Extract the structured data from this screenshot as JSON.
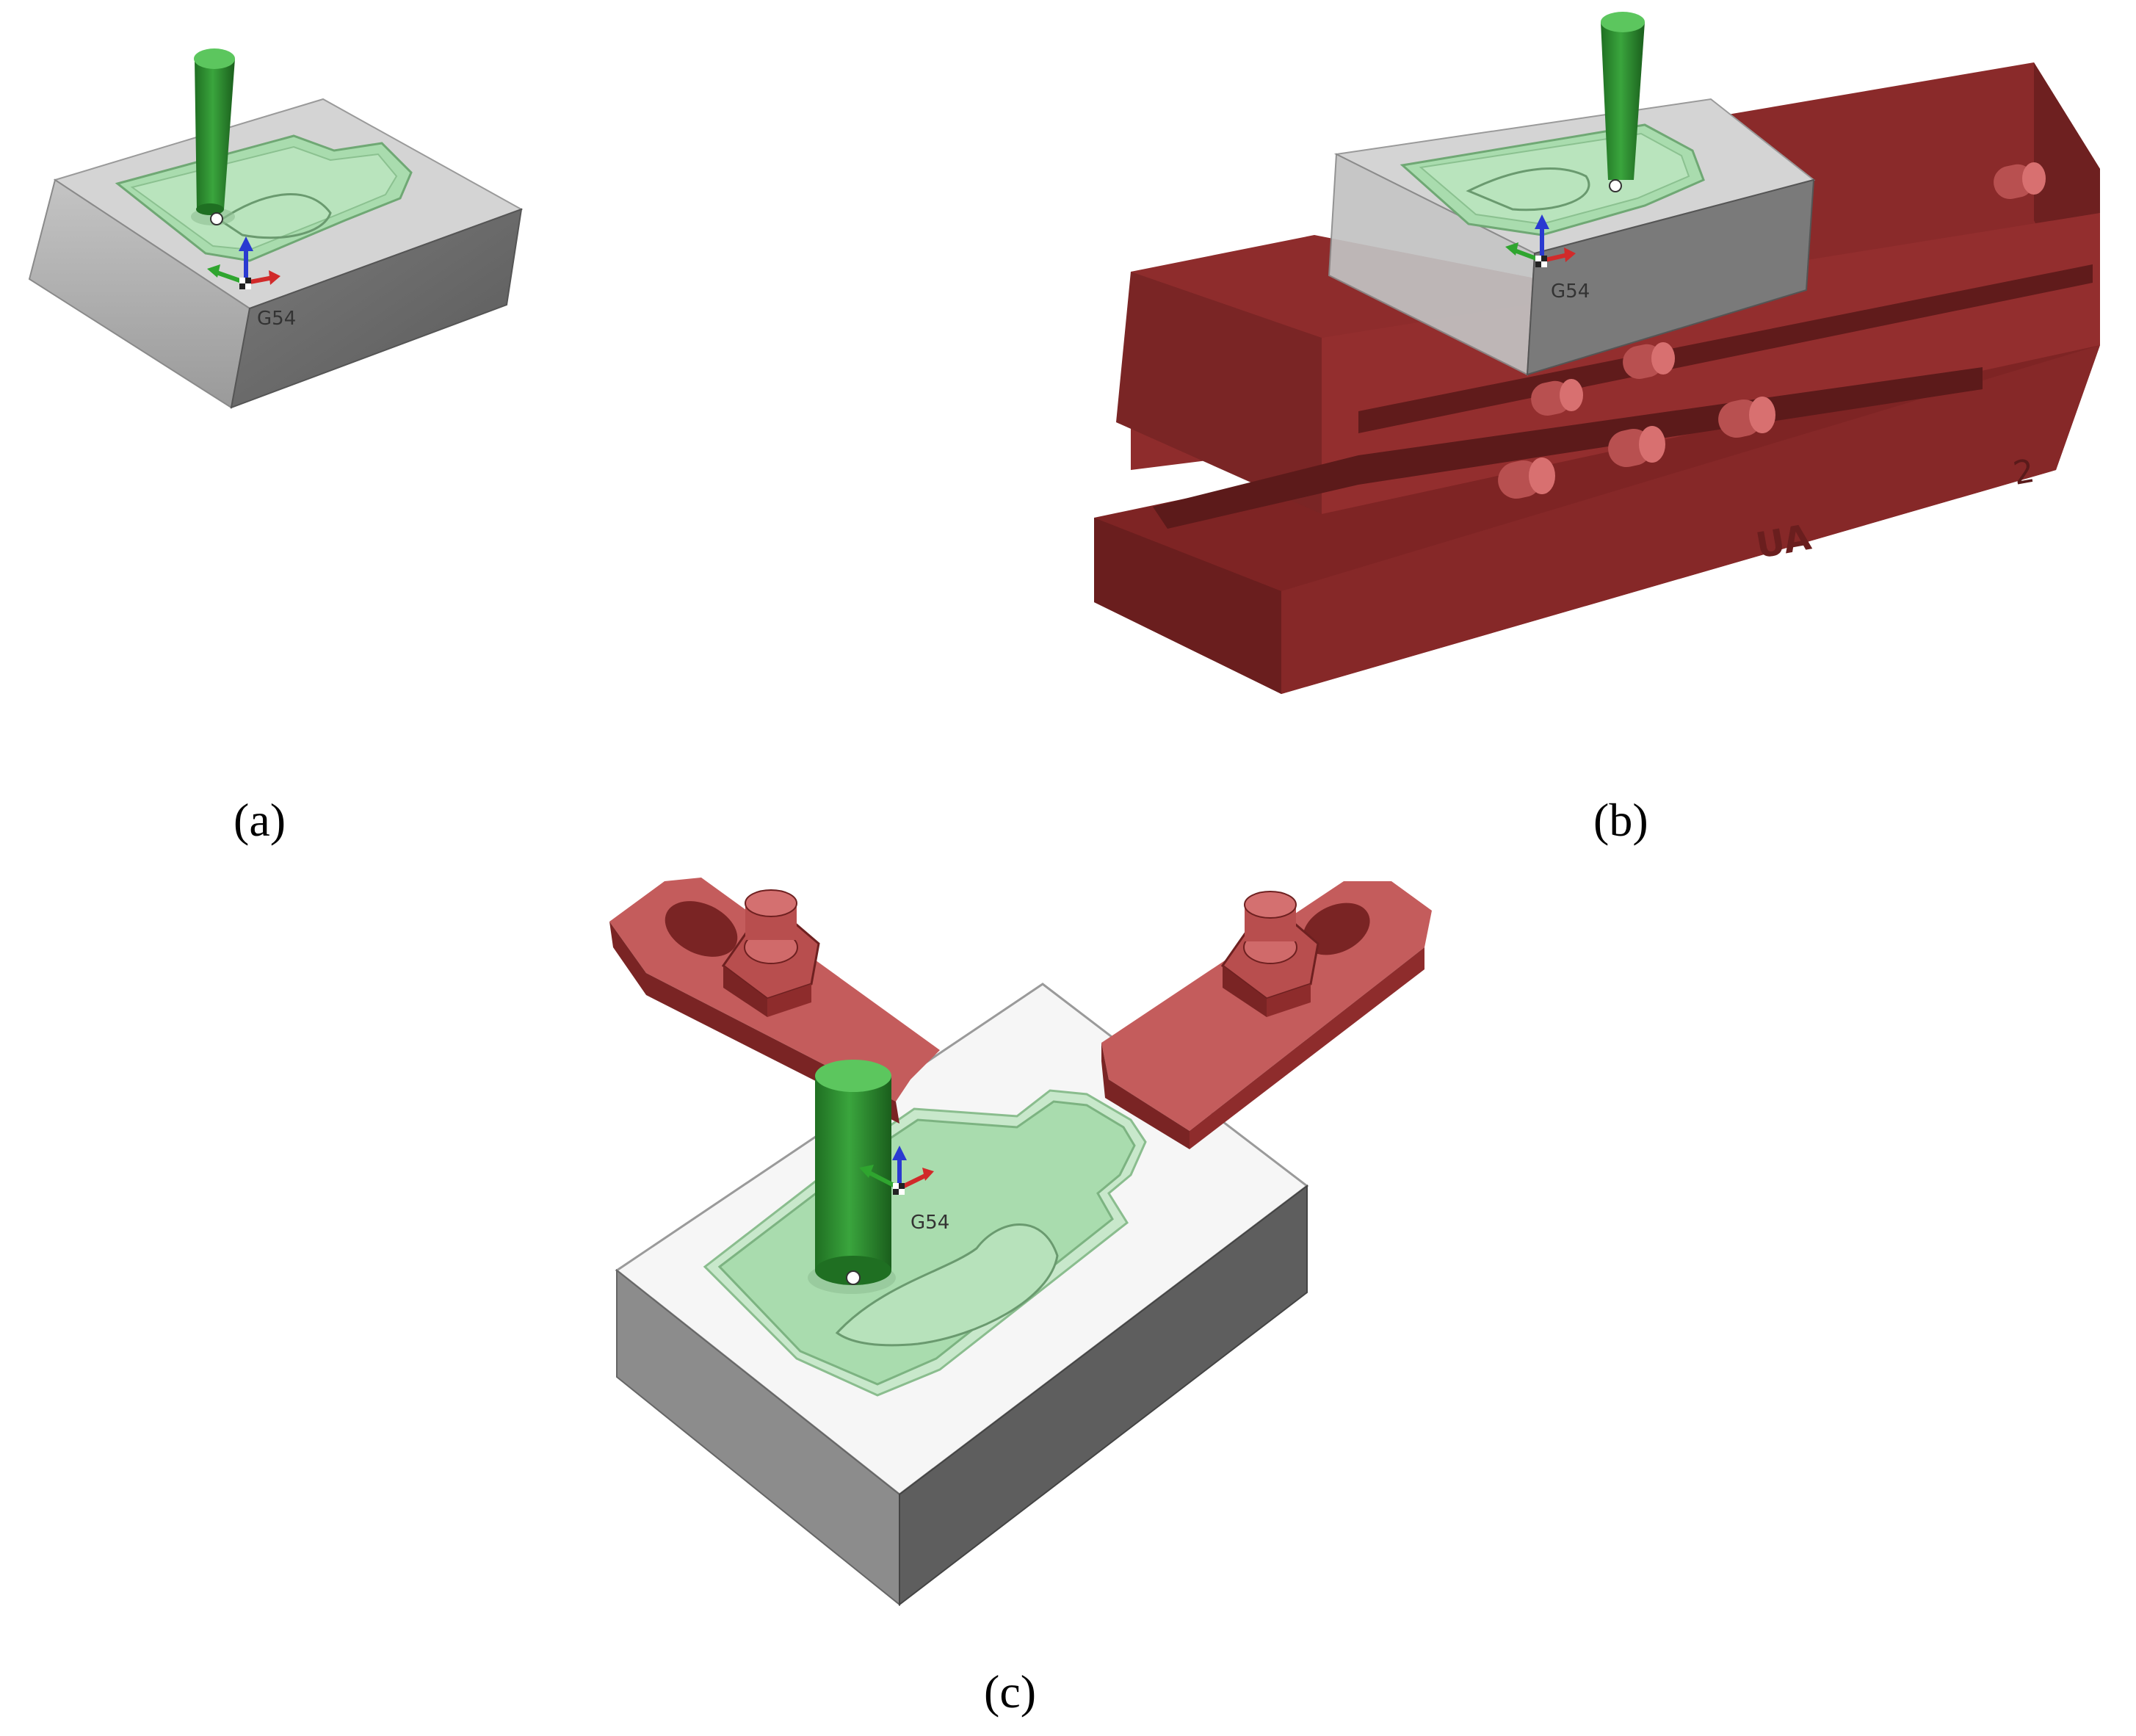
{
  "figure": {
    "panels": [
      {
        "id": "a",
        "caption": "(a)",
        "coordinate_label": "G54"
      },
      {
        "id": "b",
        "caption": "(b)",
        "coordinate_label": "G54"
      },
      {
        "id": "c",
        "caption": "(c)",
        "coordinate_label": "G54"
      }
    ],
    "vise_markings": [
      "UA",
      "2"
    ]
  },
  "colors": {
    "stock_top": "#d9d9d9",
    "stock_front": "#a8a8a8",
    "stock_side": "#6e6e6e",
    "pocket": "#a9dcae",
    "tool": "#2a8a2e",
    "tool_top": "#5cc65e",
    "fixture": "#8c2a2a",
    "fixture_light": "#c45c5c",
    "axis_x": "#d12a2a",
    "axis_y": "#2fa52f",
    "axis_z": "#2a3ad1"
  }
}
